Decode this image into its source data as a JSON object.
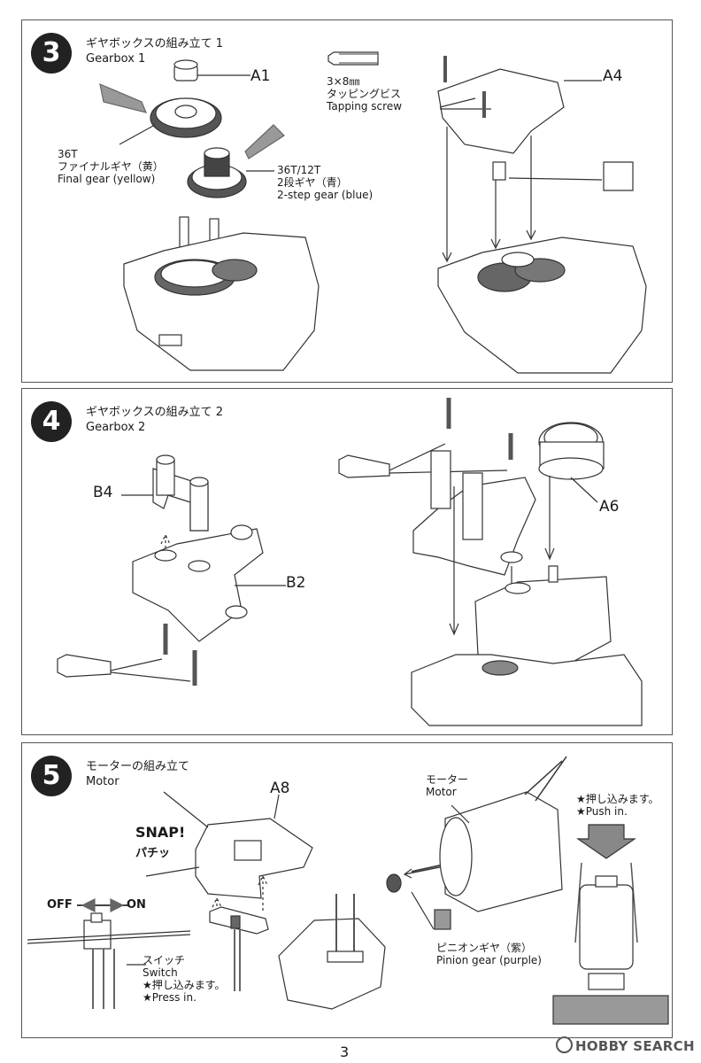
{
  "step3": {
    "number": "3",
    "title_ja": "ギヤボックスの組み立て 1",
    "title_en": "Gearbox 1",
    "part_a1": "A1",
    "part_a4": "A4",
    "final_gear": [
      "36T",
      "ファイナルギヤ（黄）",
      "Final gear (yellow)"
    ],
    "two_step_gear": [
      "36T/12T",
      "2段ギヤ（青）",
      "2-step gear (blue)"
    ],
    "tapping_screw": [
      "3×8㎜",
      "タッピングビス",
      "Tapping screw"
    ]
  },
  "step4": {
    "number": "4",
    "title_ja": "ギヤボックスの組み立て 2",
    "title_en": "Gearbox 2",
    "part_b4": "B4",
    "part_b2": "B2",
    "part_a6": "A6"
  },
  "step5": {
    "number": "5",
    "title_ja": "モーターの組み立て",
    "title_en": "Motor",
    "part_a8": "A8",
    "snap_en": "SNAP!",
    "snap_ja": "パチッ",
    "off_label": "OFF",
    "on_label": "ON",
    "switch": [
      "スイッチ",
      "Switch",
      "★押し込みます。",
      "★Press in."
    ],
    "motor": [
      "モーター",
      "Motor"
    ],
    "pinion": [
      "ピニオンギヤ（紫）",
      "Pinion gear  (purple)"
    ],
    "push": [
      "★押し込みます。",
      "★Push in."
    ]
  },
  "page_number": "3",
  "watermark": "HOBBY SEARCH"
}
